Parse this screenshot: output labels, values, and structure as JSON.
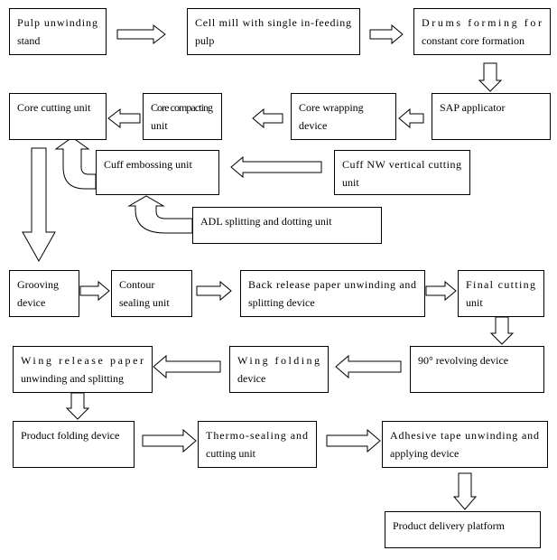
{
  "boxes": {
    "pulp_unwinding_stand": {
      "lines": [
        "Pulp unwinding",
        "stand"
      ],
      "justify": true
    },
    "cell_mill": {
      "lines": [
        "Cell mill with single in-feeding",
        "pulp"
      ],
      "justify": true
    },
    "drums_forming": {
      "lines": [
        "Drums forming for",
        "constant core formation"
      ],
      "justify": true
    },
    "core_cutting_unit": {
      "lines": [
        "Core cutting unit"
      ],
      "justify": false
    },
    "core_compacting_unit": {
      "lines": [
        "Core compacting",
        "unit"
      ],
      "justify": true
    },
    "core_wrapping_device": {
      "lines": [
        "Core wrapping",
        "device"
      ],
      "justify": false
    },
    "sap_applicator": {
      "lines": [
        "SAP applicator"
      ],
      "justify": false
    },
    "cuff_embossing_unit": {
      "lines": [
        "Cuff embossing unit"
      ],
      "justify": false
    },
    "cuff_nw_cutting_unit": {
      "lines": [
        "Cuff NW vertical cutting",
        "unit"
      ],
      "justify": true
    },
    "adl_splitting_unit": {
      "lines": [
        "ADL splitting and dotting unit"
      ],
      "justify": false
    },
    "grooving_device": {
      "lines": [
        "Grooving",
        "device"
      ],
      "justify": false
    },
    "contour_sealing_unit": {
      "lines": [
        "Contour",
        "sealing unit"
      ],
      "justify": false
    },
    "back_release_paper": {
      "lines": [
        "Back release paper unwinding and",
        "splitting device"
      ],
      "justify": true
    },
    "final_cutting_unit": {
      "lines": [
        "Final cutting",
        "unit"
      ],
      "justify": true
    },
    "wing_release_paper": {
      "lines": [
        "Wing release paper",
        "unwinding and splitting"
      ],
      "justify": true
    },
    "wing_folding_device": {
      "lines": [
        "Wing folding",
        "device"
      ],
      "justify": true
    },
    "revolving_device": {
      "lines": [
        "90° revolving device"
      ],
      "justify": false
    },
    "product_folding_device": {
      "lines": [
        "Product folding device"
      ],
      "justify": false
    },
    "thermo_sealing_unit": {
      "lines": [
        "Thermo-sealing and",
        "cutting unit"
      ],
      "justify": true
    },
    "adhesive_tape_device": {
      "lines": [
        "Adhesive tape unwinding and",
        "applying device"
      ],
      "justify": true
    },
    "product_delivery_platform": {
      "lines": [
        "Product delivery platform"
      ],
      "justify": false
    }
  },
  "flows": [
    {
      "from": "pulp_unwinding_stand",
      "to": "cell_mill",
      "arrow_style": "block"
    },
    {
      "from": "cell_mill",
      "to": "drums_forming",
      "arrow_style": "block"
    },
    {
      "from": "drums_forming",
      "to": "sap_applicator",
      "arrow_style": "block"
    },
    {
      "from": "sap_applicator",
      "to": "core_wrapping_device",
      "arrow_style": "block"
    },
    {
      "from": "core_wrapping_device",
      "to": "core_compacting_unit",
      "arrow_style": "block"
    },
    {
      "from": "core_compacting_unit",
      "to": "core_cutting_unit",
      "arrow_style": "block"
    },
    {
      "from": "cuff_nw_cutting_unit",
      "to": "cuff_embossing_unit",
      "arrow_style": "block"
    },
    {
      "from": "cuff_embossing_unit",
      "to": "core_cutting_unit",
      "arrow_style": "curved"
    },
    {
      "from": "adl_splitting_unit",
      "to": "cuff_embossing_unit",
      "arrow_style": "curved"
    },
    {
      "from": "core_cutting_unit",
      "to": "grooving_device",
      "arrow_style": "block"
    },
    {
      "from": "grooving_device",
      "to": "contour_sealing_unit",
      "arrow_style": "block"
    },
    {
      "from": "contour_sealing_unit",
      "to": "back_release_paper",
      "arrow_style": "block"
    },
    {
      "from": "back_release_paper",
      "to": "final_cutting_unit",
      "arrow_style": "block"
    },
    {
      "from": "final_cutting_unit",
      "to": "revolving_device",
      "arrow_style": "block"
    },
    {
      "from": "revolving_device",
      "to": "wing_folding_device",
      "arrow_style": "block"
    },
    {
      "from": "wing_folding_device",
      "to": "wing_release_paper",
      "arrow_style": "block"
    },
    {
      "from": "wing_release_paper",
      "to": "product_folding_device",
      "arrow_style": "block"
    },
    {
      "from": "product_folding_device",
      "to": "thermo_sealing_unit",
      "arrow_style": "block"
    },
    {
      "from": "thermo_sealing_unit",
      "to": "adhesive_tape_device",
      "arrow_style": "block"
    },
    {
      "from": "adhesive_tape_device",
      "to": "product_delivery_platform",
      "arrow_style": "block"
    }
  ],
  "colors": {
    "stroke": "#000000",
    "fill": "#ffffff",
    "text": "#000000"
  }
}
